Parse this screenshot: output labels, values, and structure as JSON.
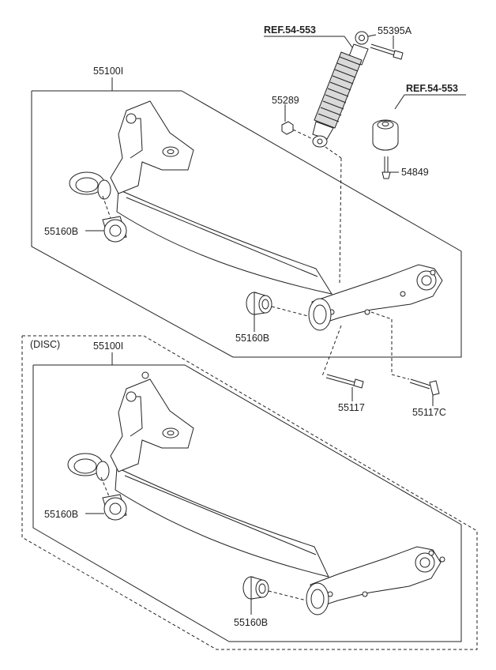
{
  "labels": {
    "ref_top": "REF.54-553",
    "ref_right": "REF.54-553",
    "bolt_top": "55395A",
    "axle_top": "55100I",
    "nut": "55289",
    "stopper_bolt": "54849",
    "bush_left_top": "55160B",
    "bush_center_top": "55160B",
    "bolt_lower": "55117",
    "bolt_lower_c": "55117C",
    "disc_title": "(DISC)",
    "axle_bottom": "55100I",
    "bush_left_bottom": "55160B",
    "bush_center_bottom": "55160B"
  }
}
